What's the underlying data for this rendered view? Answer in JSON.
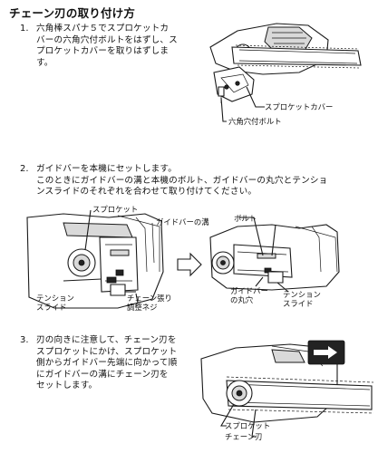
{
  "title": "チェーン刃の取り付け方",
  "steps": [
    {
      "number": "1.",
      "lines": [
        "六角棒スパナ５でスプロケットカ",
        "バーの六角穴付ボルトをはずし、ス",
        "プロケットカバーを取りはずしま",
        "す。"
      ],
      "callouts": {
        "sprocket_cover": "スプロケットカバー",
        "hex_bolt": "六角穴付ボルト"
      }
    },
    {
      "number": "2.",
      "lines": [
        "ガイドバーを本機にセットします。",
        "このときにガイドバーの溝と本機のボルト、ガイドバーの丸穴とテンショ",
        "ンスライドのそれぞれを合わせて取り付けてください。"
      ],
      "callouts": {
        "sprocket": "スプロケット",
        "guide_bar_groove": "ガイドバーの溝",
        "bolt": "ボルト",
        "tension_slide_1": "テンション",
        "tension_slide_2": "スライド",
        "adjust_screw_1": "チェーン張り",
        "adjust_screw_2": "調整ネジ",
        "bar_hole_1": "ガイドバー",
        "bar_hole_2": "の丸穴",
        "tension_slide_b1": "テンション",
        "tension_slide_b2": "スライド"
      }
    },
    {
      "number": "3.",
      "lines": [
        "刃の向きに注意して、チェーン刃を",
        "スプロケットにかけ、スプロケット",
        "側からガイドバー先端に向かって順",
        "にガイドバーの溝にチェーン刃を",
        "セットします。"
      ],
      "callouts": {
        "sprocket": "スプロケット",
        "chain": "チェーン刃"
      }
    }
  ]
}
